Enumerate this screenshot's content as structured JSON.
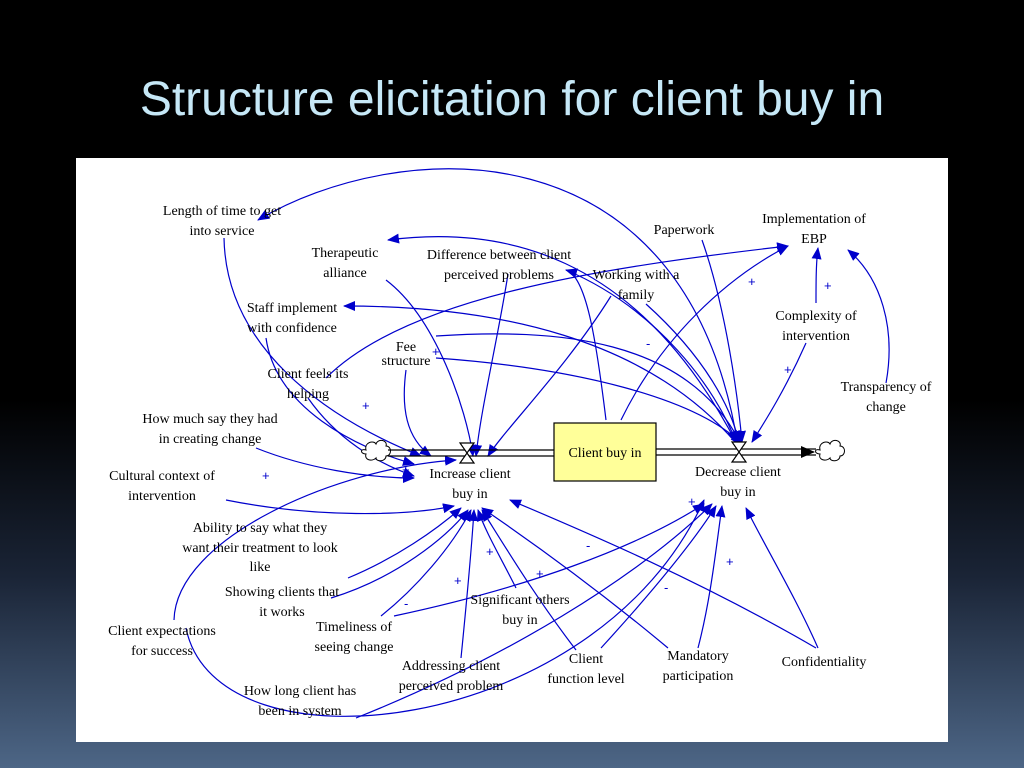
{
  "slide": {
    "title": "Structure elicitation for client buy in"
  },
  "stock": {
    "label": "Client buy in"
  },
  "flows": {
    "increase": {
      "line1": "Increase client",
      "line2": "buy in"
    },
    "decrease": {
      "line1": "Decrease client",
      "line2": "buy in"
    }
  },
  "variables": {
    "length_of_time": {
      "line1": "Length of time to get",
      "line2": "into service"
    },
    "therapeutic_alliance": {
      "line1": "Therapeutic",
      "line2": "alliance"
    },
    "difference_problems": {
      "line1": "Difference between client",
      "line2": "perceived problems"
    },
    "working_with_family": {
      "line1": "Working with a",
      "line2": "family"
    },
    "paperwork": {
      "line1": "Paperwork"
    },
    "implementation_ebp": {
      "line1": "Implementation of",
      "line2": "EBP"
    },
    "staff_implement": {
      "line1": "Staff implement",
      "line2": "with confidence"
    },
    "fee_structure": {
      "line1": "Fee",
      "line2": "structure"
    },
    "complexity": {
      "line1": "Complexity of",
      "line2": "intervention"
    },
    "client_feels_helping": {
      "line1": "Client feels its",
      "line2": "helping"
    },
    "transparency": {
      "line1": "Transparency of",
      "line2": "change"
    },
    "how_much_say": {
      "line1": "How much say they had",
      "line2": "in creating change"
    },
    "cultural_context": {
      "line1": "Cultural context of",
      "line2": "intervention"
    },
    "ability_to_say": {
      "line1": "Ability to say what they",
      "line2": "want their treatment to look",
      "line3": "like"
    },
    "showing_clients": {
      "line1": "Showing clients that",
      "line2": "it works"
    },
    "significant_others": {
      "line1": "Significant others",
      "line2": "buy in"
    },
    "client_expectations": {
      "line1": "Client expectations",
      "line2": "for success"
    },
    "timeliness": {
      "line1": "Timeliness of",
      "line2": "seeing change"
    },
    "client_function": {
      "line1": "Client",
      "line2": "function level"
    },
    "mandatory": {
      "line1": "Mandatory",
      "line2": "participation"
    },
    "confidentiality": {
      "line1": "Confidentiality"
    },
    "addressing_problem": {
      "line1": "Addressing client",
      "line2": "perceived problem"
    },
    "how_long_in_system": {
      "line1": "How long client has",
      "line2": "been in system"
    }
  },
  "polarities": {
    "plus": "+",
    "minus": "-"
  },
  "colors": {
    "link": "#0000cc",
    "stock_fill": "#ffff99",
    "title": "#c6e8f7"
  }
}
